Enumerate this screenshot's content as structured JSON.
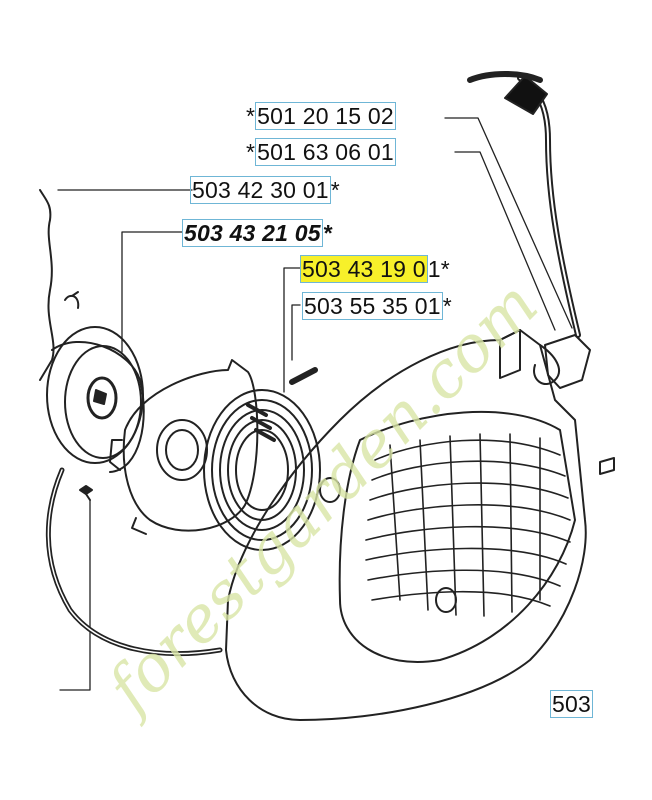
{
  "part_labels": [
    {
      "prefix": "*",
      "number": "501 20 15 02",
      "suffix": ""
    },
    {
      "prefix": "*",
      "number": "501 63 06 01",
      "suffix": ""
    },
    {
      "prefix": "",
      "number": "503 42 30 01",
      "suffix": "*"
    },
    {
      "prefix": "",
      "number": "503 43 21 05",
      "suffix": "*"
    },
    {
      "prefix": "",
      "number": "503 43 19 0",
      "number_tail": "1",
      "suffix": "*"
    },
    {
      "prefix": "",
      "number": "503 55 35 01",
      "suffix": "*"
    },
    {
      "prefix": "",
      "number": "503",
      "suffix": ""
    }
  ],
  "watermark": {
    "text": "forestgarden.com",
    "color_primary": "#d9e6a6",
    "color_secondary": "#e9c08f",
    "color_gray": "#c8c4bf"
  },
  "colors": {
    "highlight": "#f7f02a",
    "label_box": "#6fb6d6",
    "line": "#222222"
  }
}
